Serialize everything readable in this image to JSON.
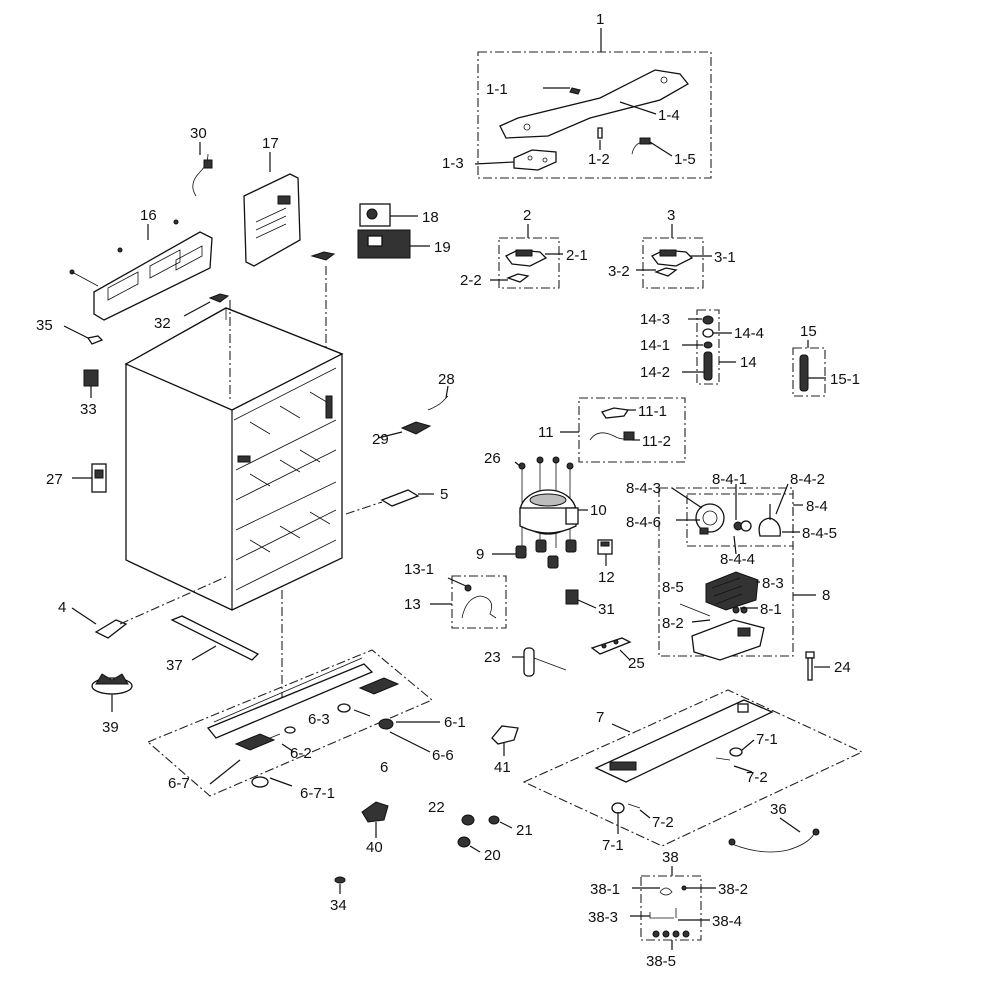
{
  "labels": {
    "p1": "1",
    "p1_1": "1-1",
    "p1_2": "1-2",
    "p1_3": "1-3",
    "p1_4": "1-4",
    "p1_5": "1-5",
    "p2": "2",
    "p2_1": "2-1",
    "p2_2": "2-2",
    "p3": "3",
    "p3_1": "3-1",
    "p3_2": "3-2",
    "p4": "4",
    "p5": "5",
    "p6": "6",
    "p6_1": "6-1",
    "p6_2": "6-2",
    "p6_3": "6-3",
    "p6_6": "6-6",
    "p6_7": "6-7",
    "p6_7_1": "6-7-1",
    "p7": "7",
    "p7_1a": "7-1",
    "p7_1b": "7-1",
    "p7_2a": "7-2",
    "p7_2b": "7-2",
    "p8": "8",
    "p8_1": "8-1",
    "p8_2": "8-2",
    "p8_3": "8-3",
    "p8_4": "8-4",
    "p8_4_1": "8-4-1",
    "p8_4_2": "8-4-2",
    "p8_4_3": "8-4-3",
    "p8_4_4": "8-4-4",
    "p8_4_5": "8-4-5",
    "p8_4_6": "8-4-6",
    "p8_5": "8-5",
    "p9": "9",
    "p10": "10",
    "p11": "11",
    "p11_1": "11-1",
    "p11_2": "11-2",
    "p12": "12",
    "p13": "13",
    "p13_1": "13-1",
    "p14": "14",
    "p14_1": "14-1",
    "p14_2": "14-2",
    "p14_3": "14-3",
    "p14_4": "14-4",
    "p15": "15",
    "p15_1": "15-1",
    "p16": "16",
    "p17": "17",
    "p18": "18",
    "p19": "19",
    "p20": "20",
    "p21": "21",
    "p22": "22",
    "p23": "23",
    "p24": "24",
    "p25": "25",
    "p26": "26",
    "p27": "27",
    "p28": "28",
    "p29": "29",
    "p30": "30",
    "p31": "31",
    "p32": "32",
    "p33": "33",
    "p34": "34",
    "p35": "35",
    "p36": "36",
    "p37": "37",
    "p38": "38",
    "p38_1": "38-1",
    "p38_2": "38-2",
    "p38_3": "38-3",
    "p38_4": "38-4",
    "p38_5": "38-5",
    "p39": "39",
    "p40": "40",
    "p41": "41"
  }
}
